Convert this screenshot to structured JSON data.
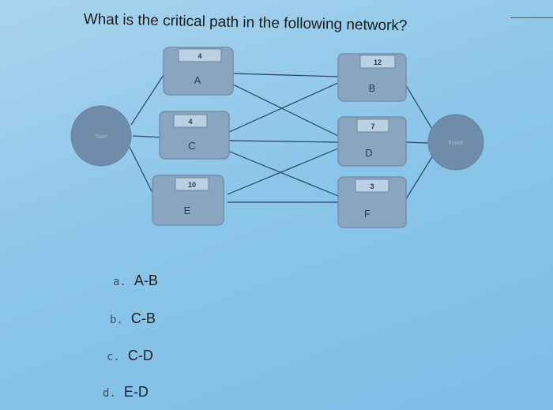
{
  "question": "What is the critical path in the following network?",
  "network": {
    "start_label": "Start",
    "finish_label": "Finish",
    "activities": [
      {
        "id": "A",
        "duration": "4"
      },
      {
        "id": "C",
        "duration": "4"
      },
      {
        "id": "E",
        "duration": "10"
      },
      {
        "id": "B",
        "duration": "12"
      },
      {
        "id": "D",
        "duration": "7"
      },
      {
        "id": "F",
        "duration": "3"
      }
    ]
  },
  "options": [
    {
      "letter": "a.",
      "text": "A-B"
    },
    {
      "letter": "b.",
      "text": "C-B"
    },
    {
      "letter": "c.",
      "text": "C-D"
    },
    {
      "letter": "d.",
      "text": "E-D"
    }
  ]
}
